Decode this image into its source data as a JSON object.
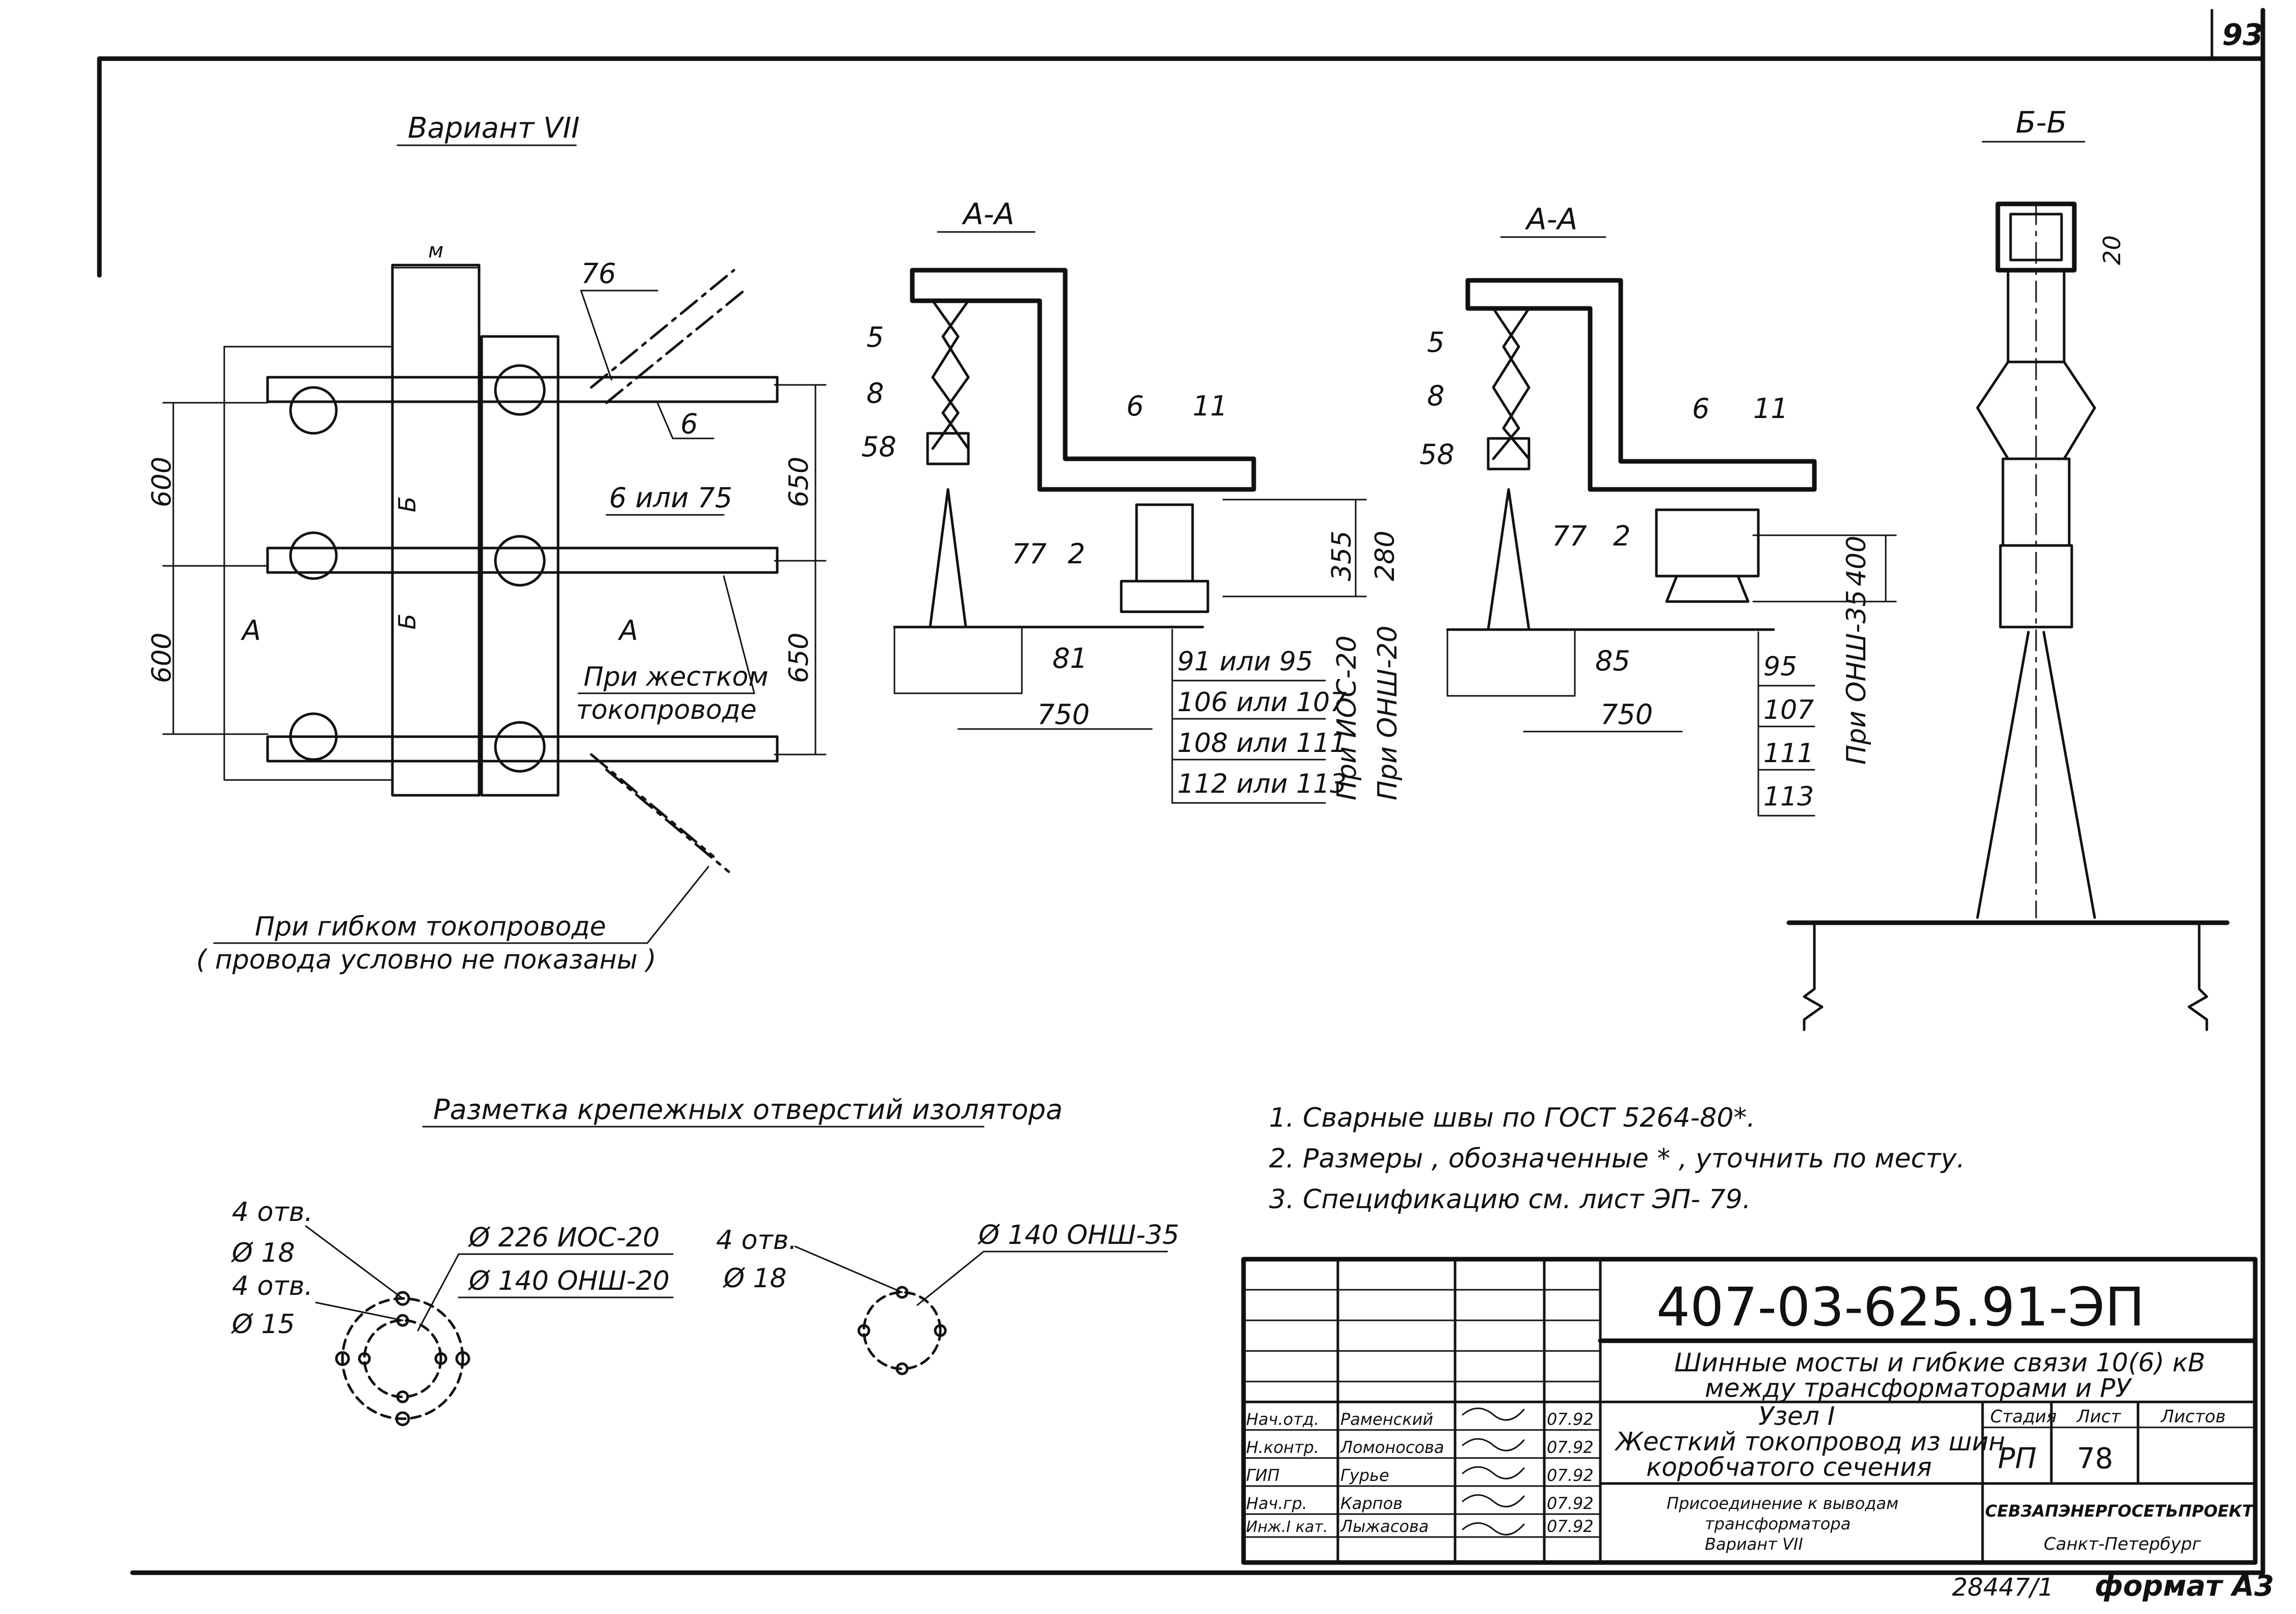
{
  "page_number": "93",
  "variant_title": "Вариант VII",
  "plan_view": {
    "dim_marker": "м",
    "dims": {
      "left_top": "600",
      "left_bottom": "600",
      "right_top": "650",
      "right_bottom": "650"
    },
    "callouts": {
      "c76": "76",
      "c6": "6",
      "c6_75": "6 или 75"
    },
    "section_marks": {
      "a_left": "A",
      "a_right": "A",
      "b_top": "Б",
      "b_bottom": "Б"
    },
    "rigid_note": [
      "При жестком",
      "токопроводе"
    ],
    "flexible_note": [
      "При гибком токопроводе",
      "( провода условно не показаны )"
    ]
  },
  "section_aa_1": {
    "title": "A-A",
    "callouts": {
      "c5": "5",
      "c8": "8",
      "c58": "58",
      "c6": "6",
      "c11": "11",
      "c77": "77",
      "c2": "2",
      "c81": "81"
    },
    "dims": {
      "d355": "355",
      "d280": "280",
      "d750": "750"
    },
    "options": [
      "91 или 95",
      "106 или 107",
      "108 или 111",
      "112 или 113"
    ],
    "side_labels": [
      "При ИОС-20",
      "При ОНШ-20"
    ]
  },
  "section_aa_2": {
    "title": "A-A",
    "callouts": {
      "c5": "5",
      "c8": "8",
      "c58": "58",
      "c6": "6",
      "c11": "11",
      "c77": "77",
      "c2": "2",
      "c85": "85"
    },
    "dims": {
      "d400": "400",
      "d750": "750"
    },
    "options": [
      "95",
      "107",
      "111",
      "113"
    ],
    "side_label": "При ОНШ-35"
  },
  "section_bb": {
    "title": "Б-Б",
    "dim": "20"
  },
  "holes_title": "Разметка крепежных отверстий изолятора",
  "holes": {
    "left": [
      "4 отв.",
      "Ø 18",
      "4 отв.",
      "Ø 15",
      "Ø 226  ИОС-20",
      "Ø 140  ОНШ-20"
    ],
    "right": [
      "4 отв.",
      "Ø 18",
      "Ø 140 ОНШ-35"
    ]
  },
  "notes": [
    "1.  Сварные швы по ГОСТ 5264-80*.",
    "2.  Размеры , обозначенные * , уточнить по месту.",
    "3.  Спецификацию см. лист ЭП- 79."
  ],
  "title_block": {
    "doc_code": "407-03-625.91-ЭП",
    "project_title": [
      "Шинные мосты и гибкие связи 10(6) кВ",
      "между трансформаторами и РУ"
    ],
    "sheet_title": [
      "Узел I",
      "Жесткий токопровод из шин",
      "коробчатого сечения"
    ],
    "sub_title": [
      "Присоединение к выводам",
      "трансформатора",
      "Вариант VII"
    ],
    "stage_header": "Стадия",
    "sheet_header": "Лист",
    "sheets_header": "Листов",
    "stage": "РП",
    "sheet": "78",
    "org": "СЕВЗАПЭНЕРГОСЕТЬПРОЕКТ",
    "city": "Санкт-Петербург",
    "signatures": [
      {
        "role": "Нач.отд.",
        "name": "Раменский",
        "date": "07.92"
      },
      {
        "role": "Н.контр.",
        "name": "Ломоносова",
        "date": "07.92"
      },
      {
        "role": "ГИП",
        "name": "Гурье",
        "date": "07.92"
      },
      {
        "role": "Нач.гр.",
        "name": "Карпов",
        "date": "07.92"
      },
      {
        "role": "Инж.I кат.",
        "name": "Лыжасова",
        "date": "07.92"
      }
    ]
  },
  "stamp_number": "28447/1",
  "format": "формат А3"
}
